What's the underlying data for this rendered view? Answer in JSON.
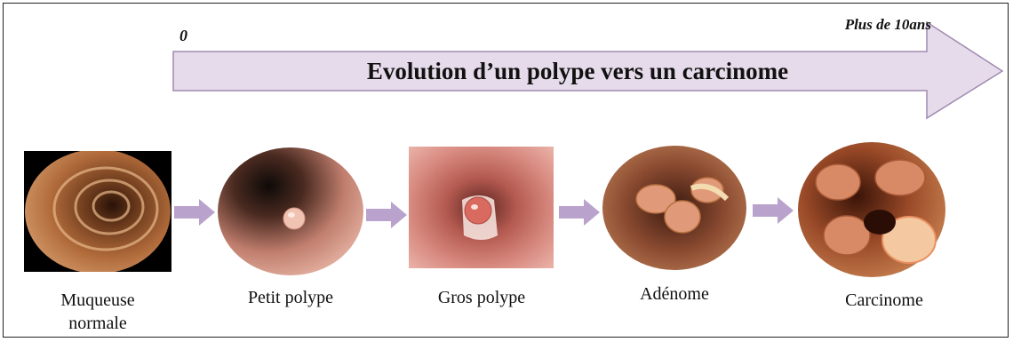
{
  "timeline": {
    "start_label": "0",
    "end_label": "Plus de 10ans",
    "title": "Evolution d’un polype vers un carcinome"
  },
  "stages": [
    {
      "label_line1": "Muqueuse",
      "label_line2": "normale"
    },
    {
      "label_line1": "Petit polype",
      "label_line2": ""
    },
    {
      "label_line1": "Gros polype",
      "label_line2": ""
    },
    {
      "label_line1": "Adénome",
      "label_line2": ""
    },
    {
      "label_line1": "Carcinome",
      "label_line2": ""
    }
  ],
  "colors": {
    "arrow_fill": "#e6dbea",
    "arrow_stroke": "#a08ab0",
    "step_arrow": "#b9a3cc"
  }
}
